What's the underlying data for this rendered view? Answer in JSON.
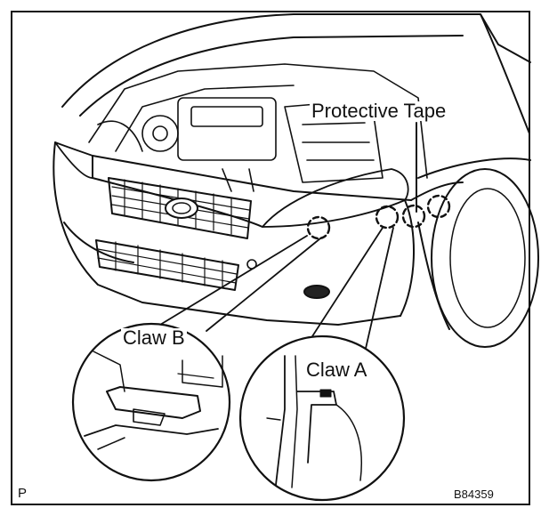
{
  "labels": {
    "protective_tape": "Protective Tape",
    "claw_b": "Claw B",
    "claw_a": "Claw A",
    "corner_code": "P",
    "figure_ref": "B84359"
  },
  "colors": {
    "line": "#111111",
    "background": "#ffffff"
  }
}
